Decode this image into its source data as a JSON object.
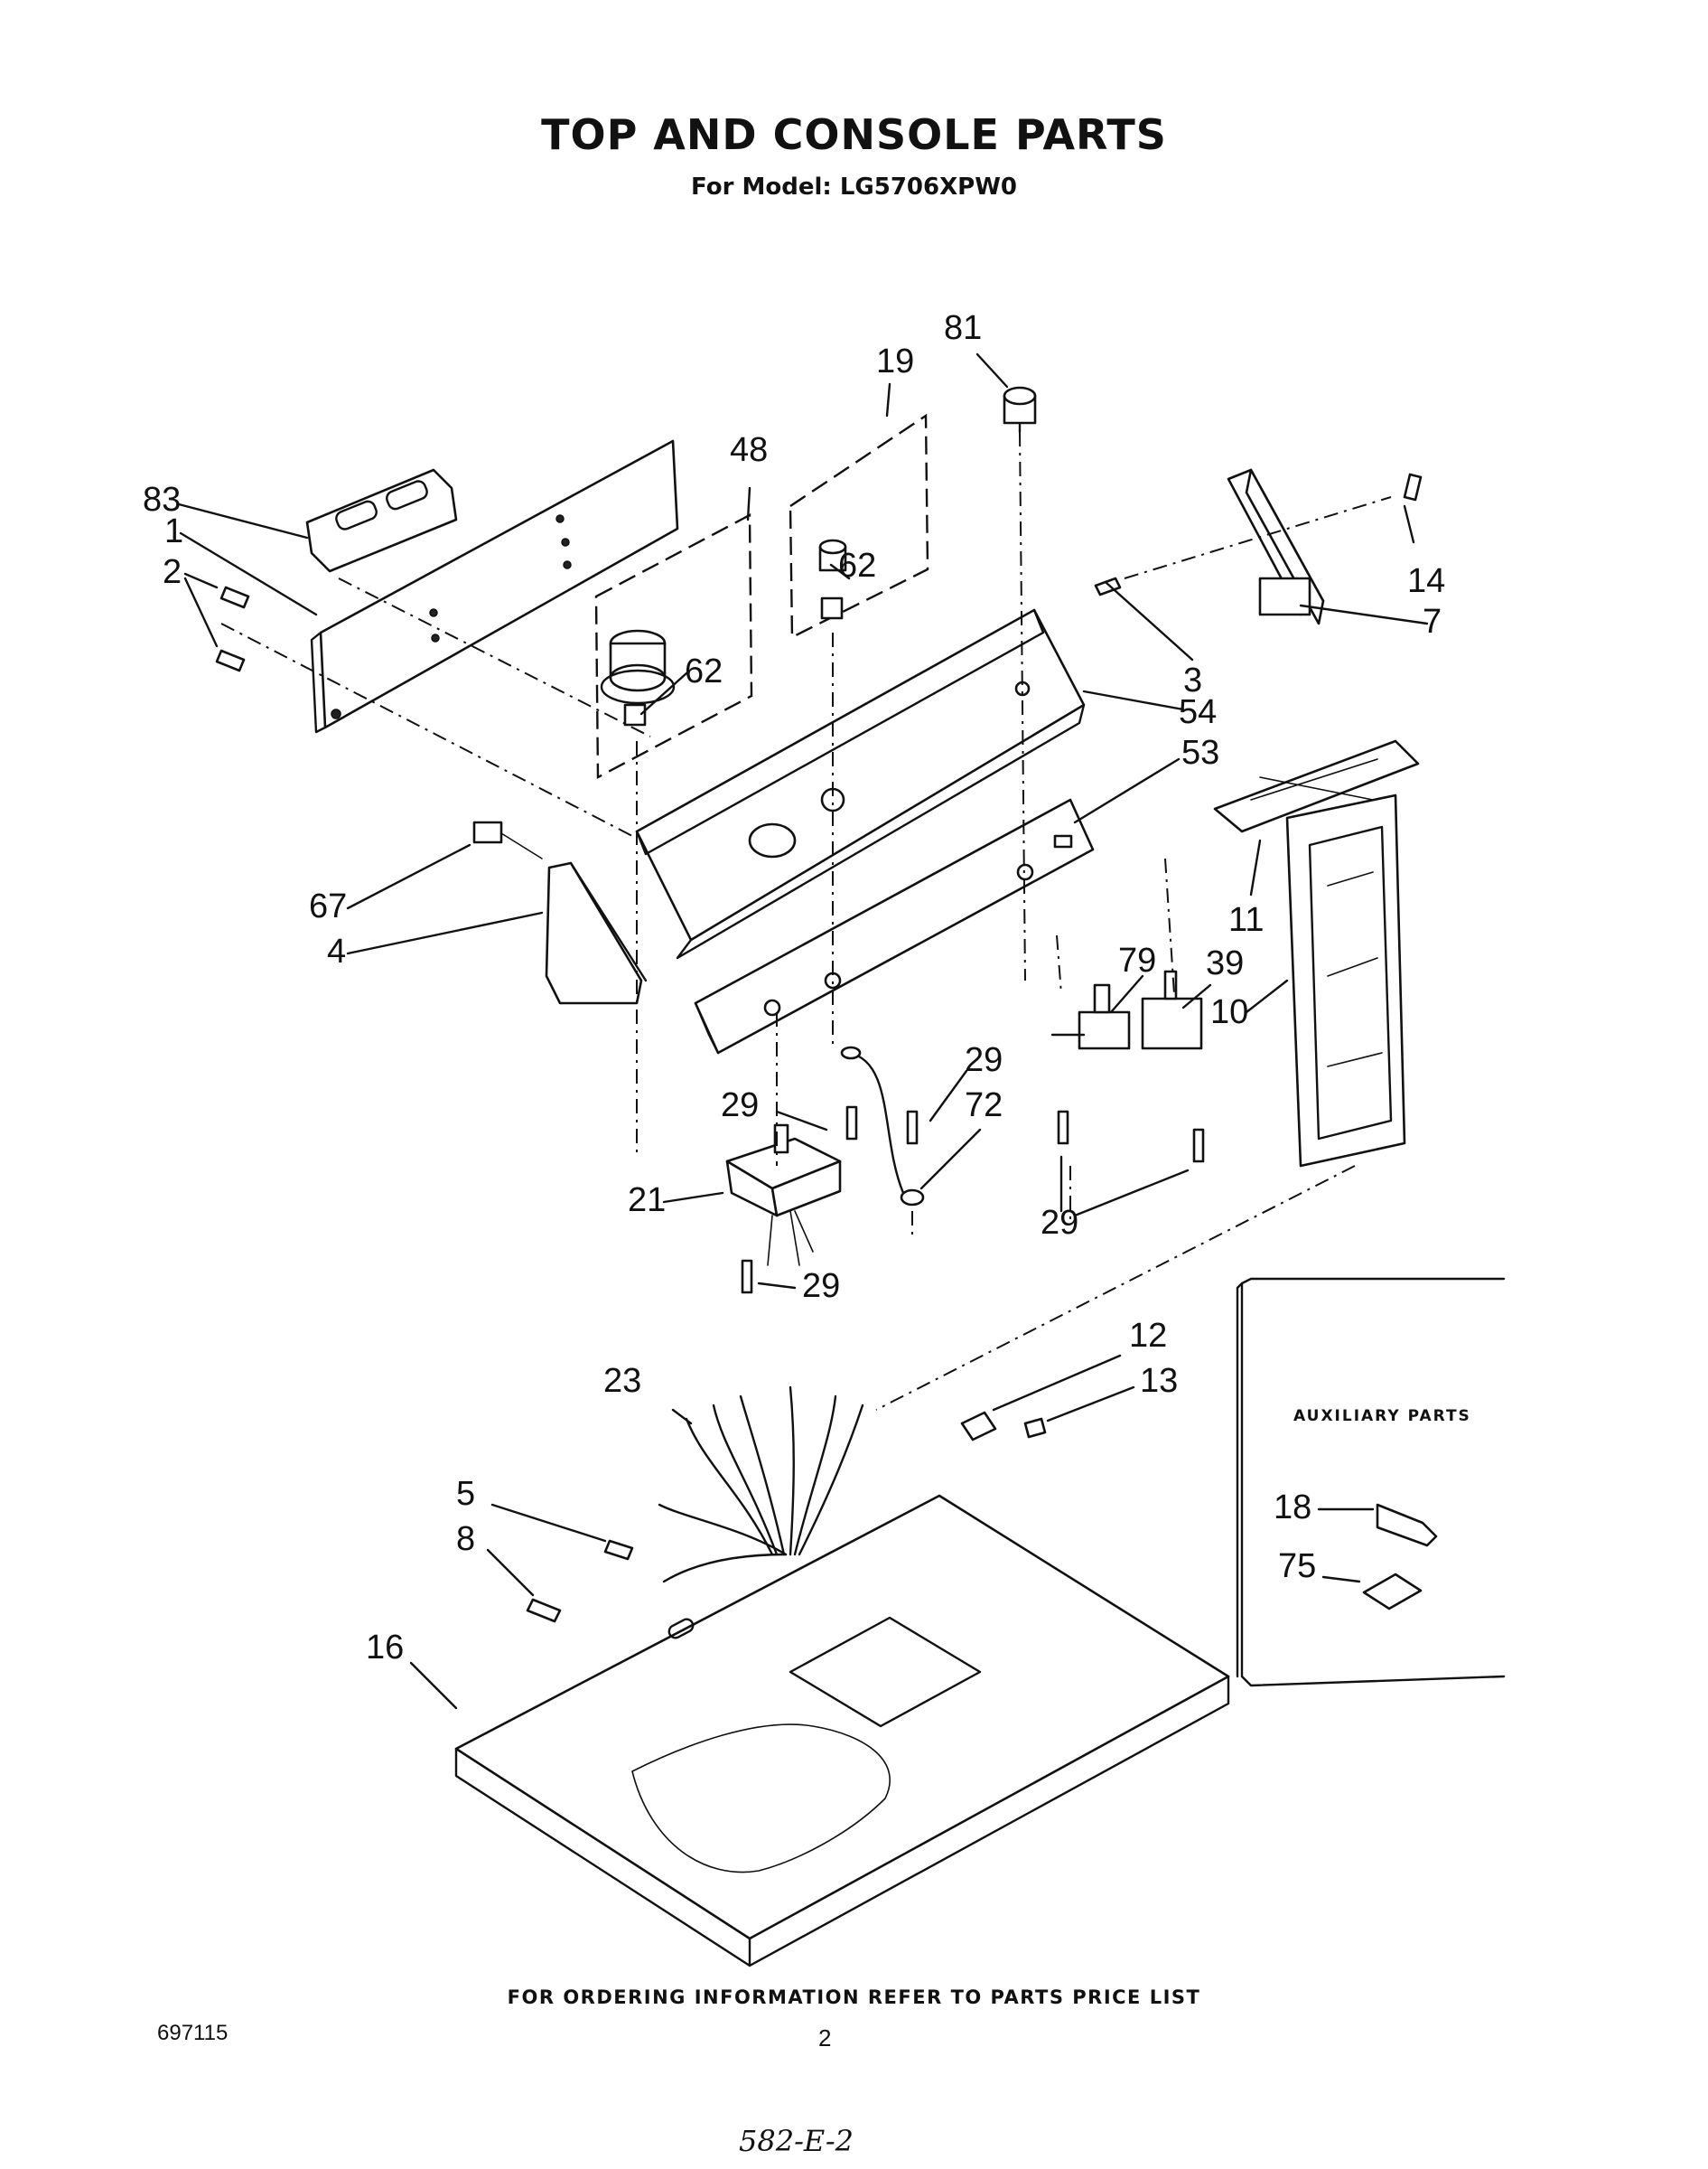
{
  "header": {
    "title": "TOP AND CONSOLE PARTS",
    "subtitle": "For Model: LG5706XPW0"
  },
  "callouts": {
    "c81": "81",
    "c19": "19",
    "c48": "48",
    "c83": "83",
    "c1": "1",
    "c2": "2",
    "c62a": "62",
    "c62b": "62",
    "c14": "14",
    "c7": "7",
    "c3": "3",
    "c54": "54",
    "c53": "53",
    "c67": "67",
    "c4": "4",
    "c11": "11",
    "c79": "79",
    "c39": "39",
    "c10": "10",
    "c29a": "29",
    "c29b": "29",
    "c72": "72",
    "c21": "21",
    "c29c": "29",
    "c29d": "29",
    "c12": "12",
    "c13": "13",
    "c23": "23",
    "c5": "5",
    "c8": "8",
    "c16": "16",
    "c18": "18",
    "c75": "75"
  },
  "auxiliary": {
    "label": "AUXILIARY PARTS"
  },
  "footer": {
    "ordering_note": "FOR ORDERING INFORMATION REFER TO PARTS PRICE LIST",
    "document_number": "697115",
    "page_number": "2",
    "handwritten_note": "582-E-2"
  }
}
